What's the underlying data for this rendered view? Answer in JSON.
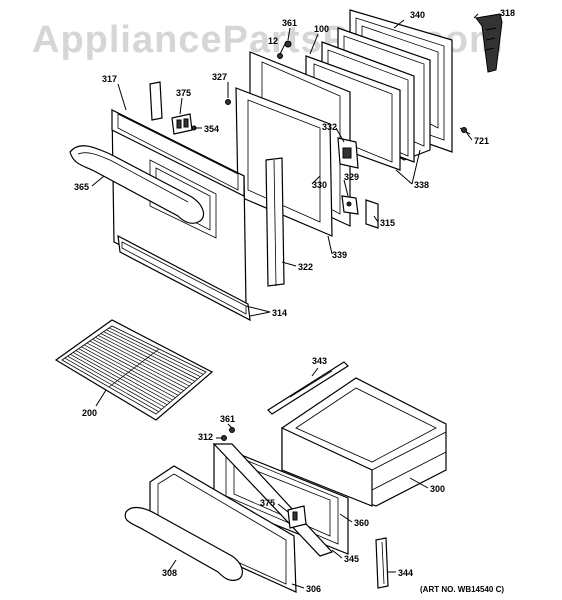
{
  "watermark": "AppliancePartsPros.com",
  "art_number": "(ART NO. WB14540 C)",
  "callouts": {
    "c318": "318",
    "c340": "340",
    "c361a": "361",
    "c12": "12",
    "c100": "100",
    "c317": "317",
    "c327": "327",
    "c375a": "375",
    "c354": "354",
    "c332": "332",
    "c721": "721",
    "c365": "365",
    "c330": "330",
    "c329": "329",
    "c338": "338",
    "c315": "315",
    "c339": "339",
    "c322": "322",
    "c314": "314",
    "c343": "343",
    "c200": "200",
    "c361b": "361",
    "c312": "312",
    "c300": "300",
    "c375b": "375",
    "c360": "360",
    "c345": "345",
    "c308": "308",
    "c306": "306",
    "c344": "344"
  }
}
